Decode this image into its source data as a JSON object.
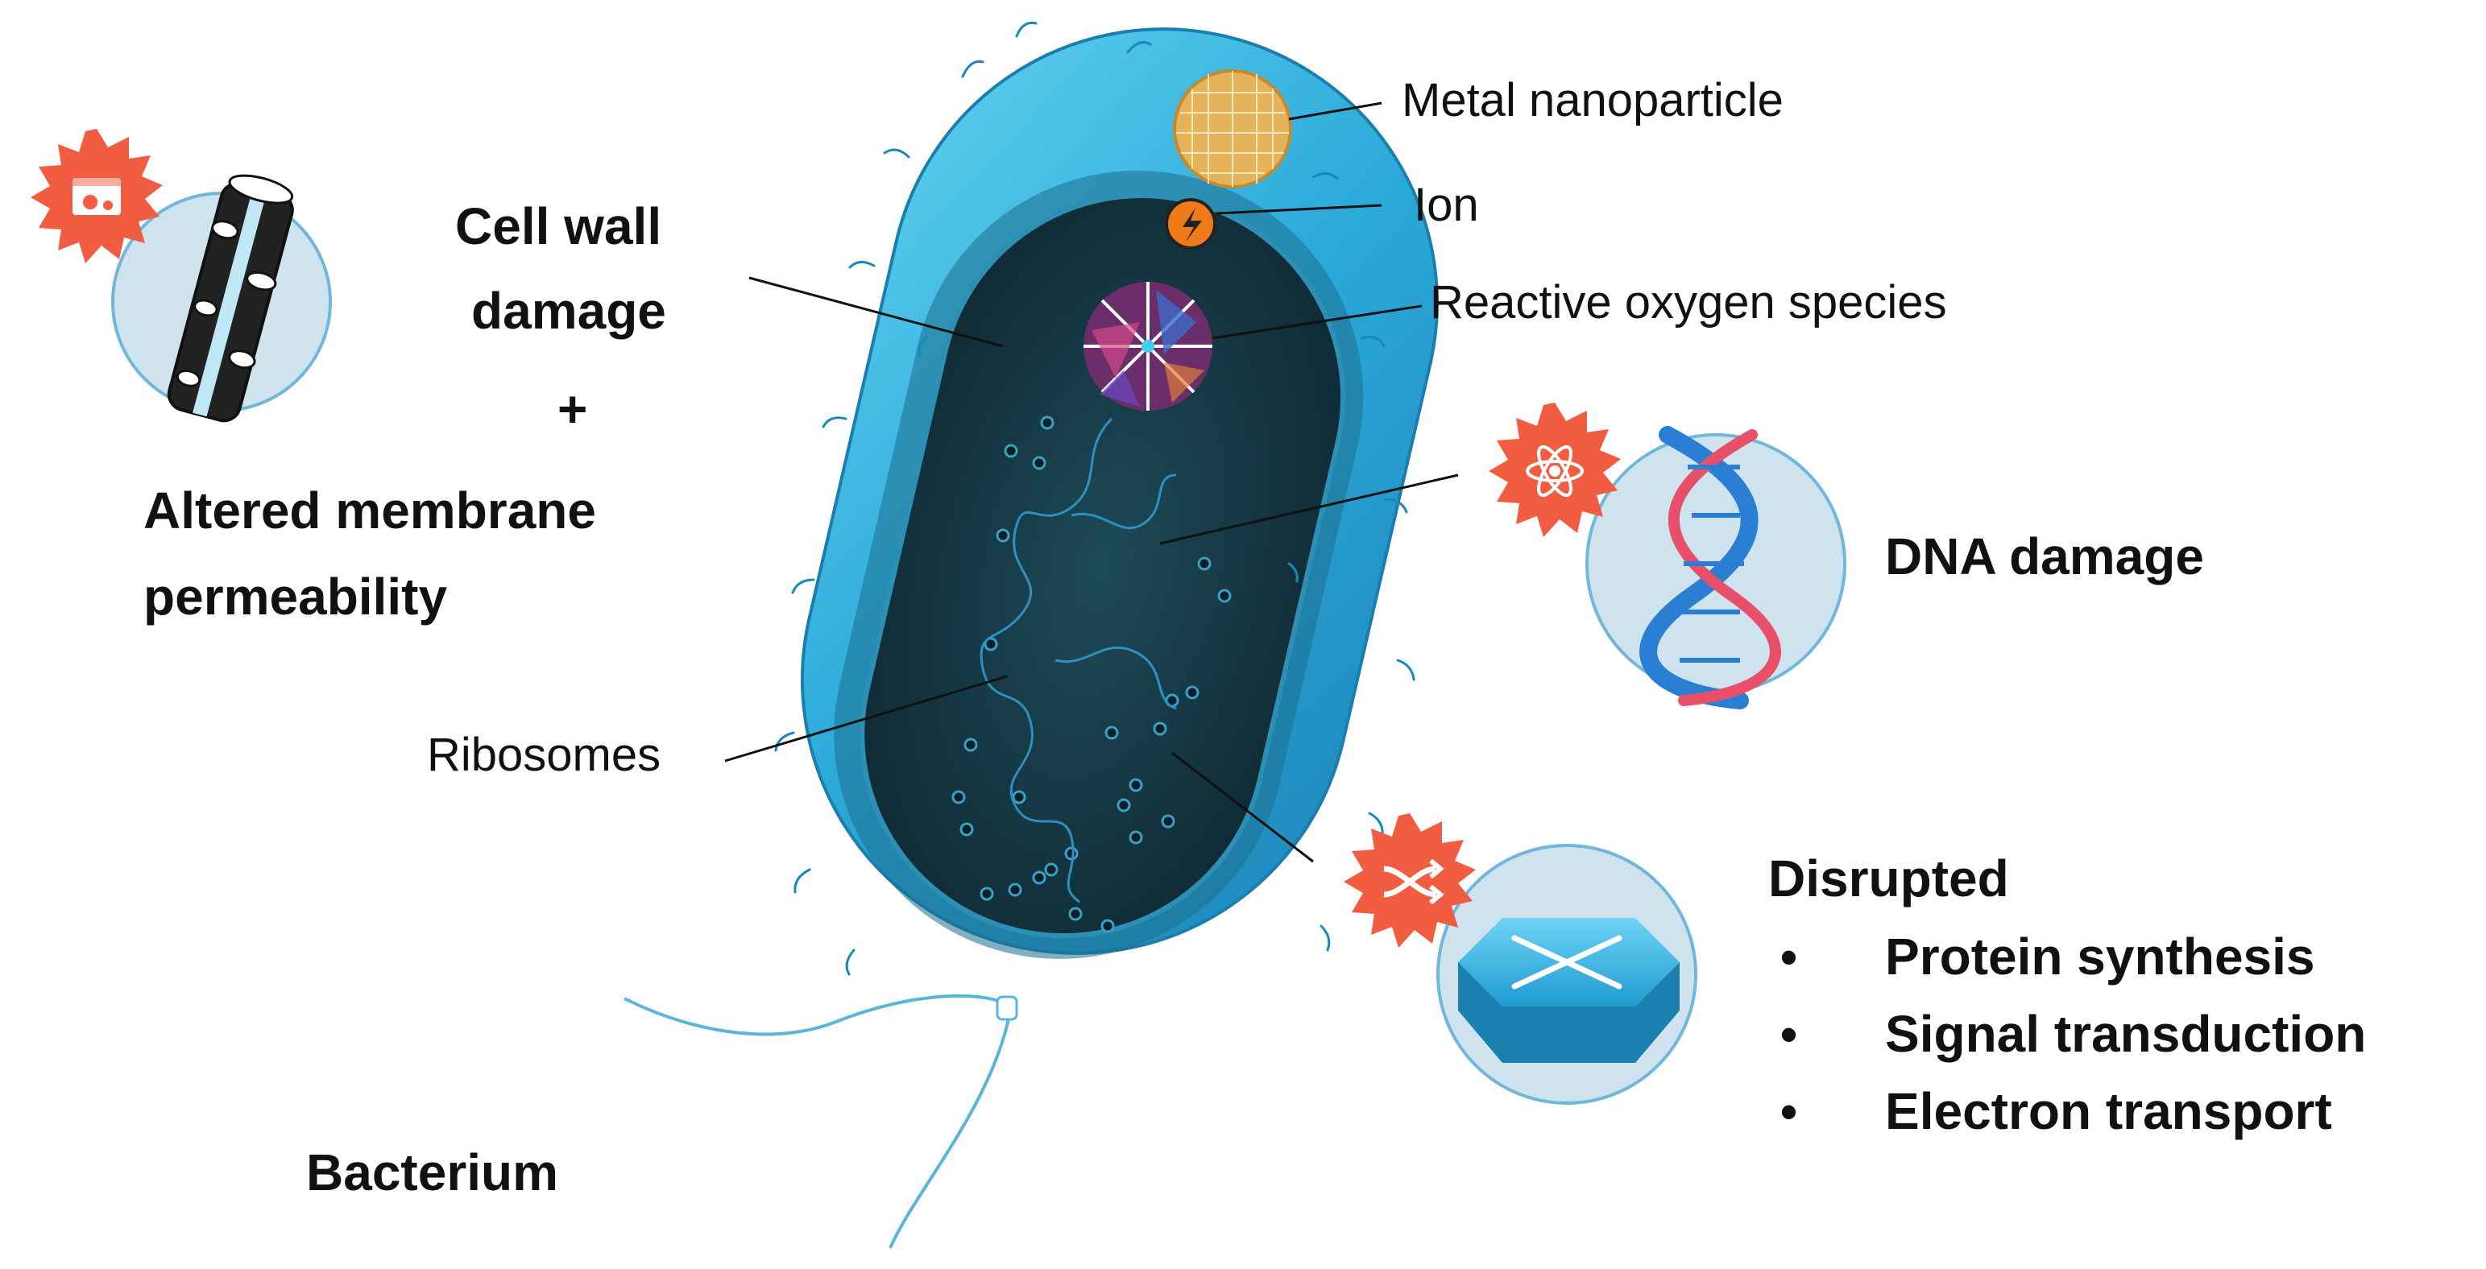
{
  "labels": {
    "metal_nanoparticle": "Metal nanoparticle",
    "ion": "Ion",
    "reactive_oxygen_species": "Reactive oxygen species",
    "ribosomes": "Ribosomes",
    "bacterium": "Bacterium"
  },
  "effects": {
    "cell_wall_line1": "Cell wall",
    "cell_wall_line2": "damage",
    "plus": "+",
    "membrane_line1": "Altered membrane",
    "membrane_line2": "permeability",
    "dna": "DNA damage",
    "disrupted": "Disrupted",
    "bullet": "•",
    "disrupted_items": [
      "Protein synthesis",
      "Signal transduction",
      "Electron transport"
    ]
  },
  "colors": {
    "cell_outer": "#3cb4dc",
    "cell_inner": "#173844",
    "badge": "#f25c40",
    "circle_fill": "#cfe3ee",
    "dna_blue": "#2a7fd4",
    "dna_pink": "#e8506a",
    "nanoparticle": "#e5b45a",
    "ion": "#f07a1a"
  },
  "icons": {
    "wall_badge": "settings-window-icon",
    "dna_badge": "atom-icon",
    "disrupt_badge": "shuffle-icon"
  }
}
